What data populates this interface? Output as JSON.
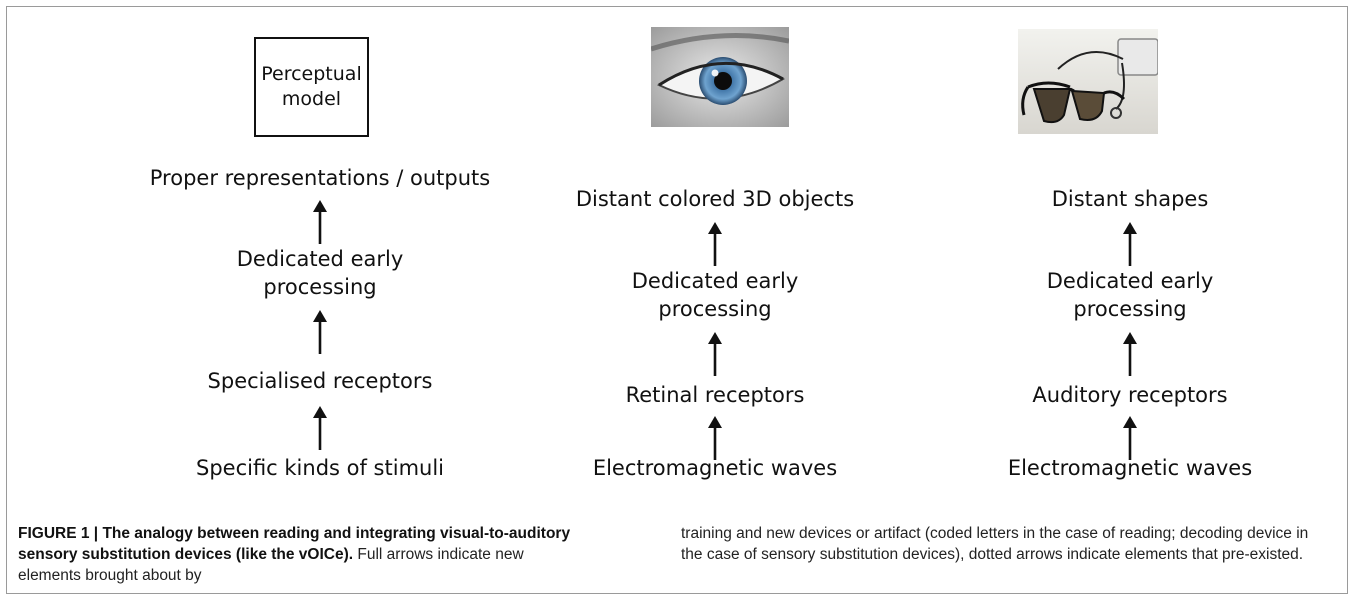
{
  "columns": [
    {
      "header_box": [
        "Perceptual",
        "model"
      ],
      "nodes": [
        "Proper representations / outputs",
        "Dedicated early",
        "processing",
        "Specialised receptors",
        "Specific kinds of stimuli"
      ]
    },
    {
      "picture_icon": "eye-photo",
      "nodes": [
        "Distant colored 3D objects",
        "Dedicated early",
        "processing",
        "Retinal receptors",
        "Electromagnetic waves"
      ]
    },
    {
      "picture_icon": "sensory-substitution-glasses-photo",
      "nodes": [
        "Distant shapes",
        "Dedicated early",
        "processing",
        "Auditory receptors",
        "Electromagnetic waves"
      ]
    }
  ],
  "caption": {
    "label": "FIGURE 1 | ",
    "title": "The analogy between reading and integrating visual-to-auditory sensory substitution devices (like the vOICe).",
    "text_left": " Full arrows indicate new elements brought about by",
    "text_right": "training and new devices or artifact (coded letters in the case of reading; decoding device in the case of sensory substitution devices), dotted arrows indicate elements that pre-existed."
  },
  "colors": {
    "text": "#111111",
    "frame_border": "#9a9a9a",
    "iris": "#4f86b8"
  }
}
